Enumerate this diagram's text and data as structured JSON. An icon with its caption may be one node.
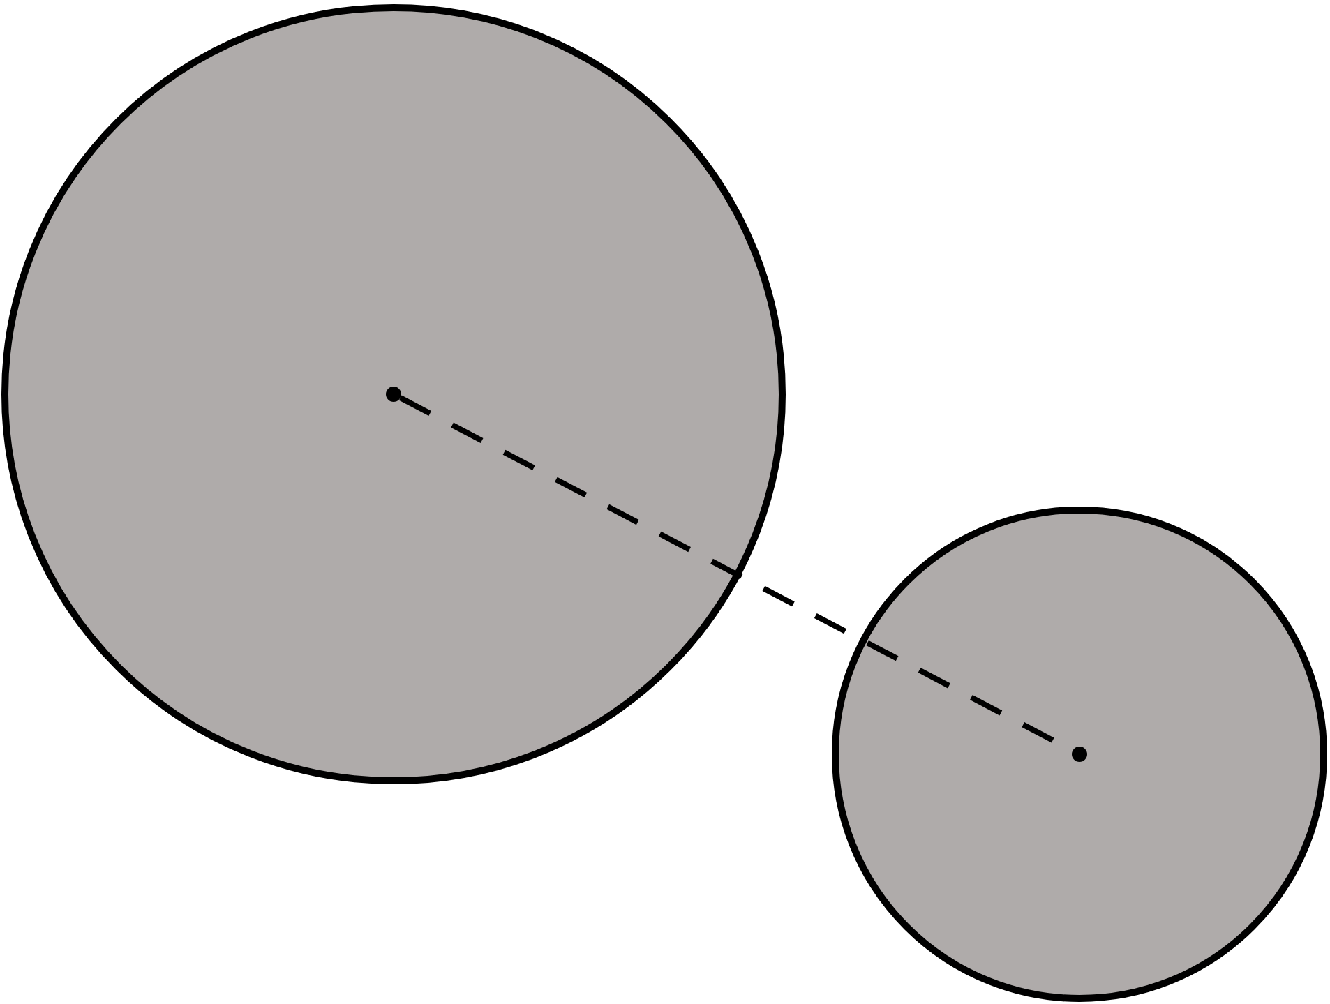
{
  "diagram": {
    "nodes": [
      {
        "text": [],
        "shape": "circle"
      },
      {
        "text": [],
        "shape": "circle"
      },
      {
        "text": [],
        "shape": "circle",
        "in": 0
      },
      {
        "text": [],
        "shape": "circle",
        "in": 1
      }
    ],
    "edges": [
      {
        "from": 2,
        "to": 3,
        "arrow": "none",
        "style": "dashed"
      }
    ]
  }
}
